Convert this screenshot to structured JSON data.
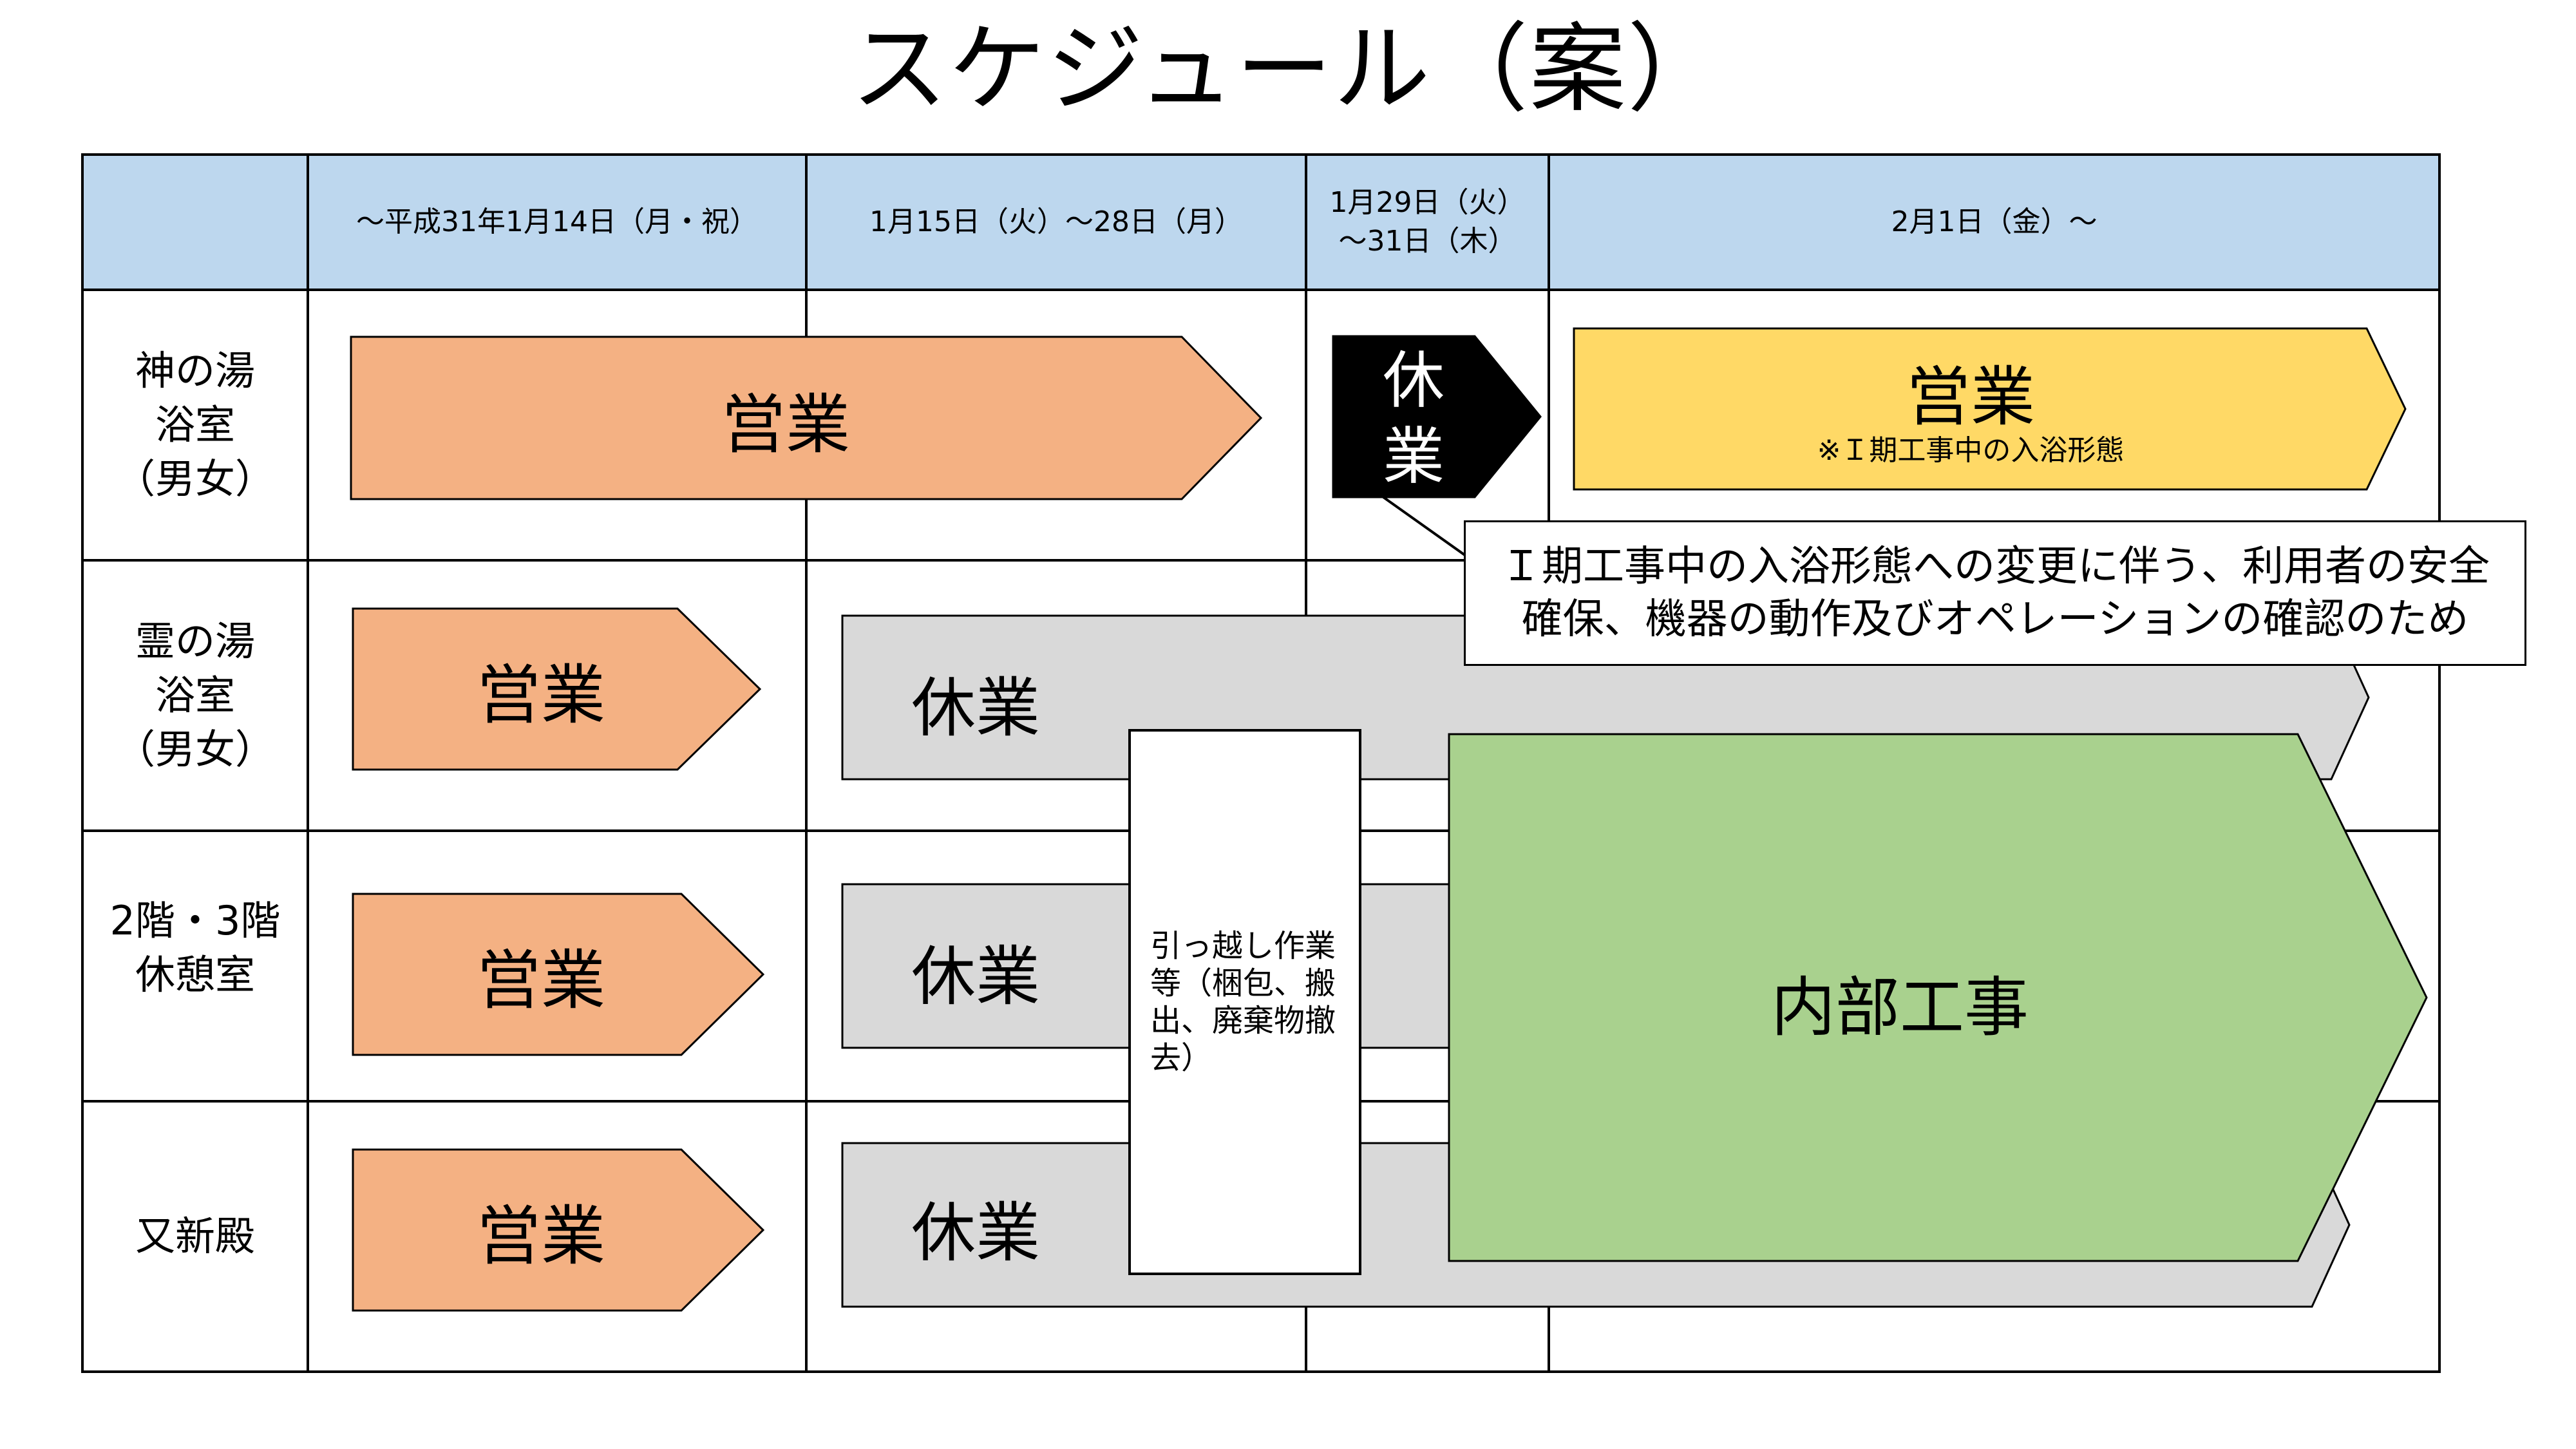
{
  "title": "スケジュール（案）",
  "header": {
    "col1": "～平成31年1月14日（月・祝）",
    "col2": "1月15日（火）～28日（月）",
    "col3_line1": "1月29日（火）",
    "col3_line2": "～31日（木）",
    "col4": "2月1日（金）～"
  },
  "rows": [
    {
      "line1": "神の湯",
      "line2": "浴室",
      "line3": "（男女）"
    },
    {
      "line1": "霊の湯",
      "line2": "浴室",
      "line3": "（男女）"
    },
    {
      "line1": "2階・3階",
      "line2": "休憩室"
    },
    {
      "line1": "又新殿"
    }
  ],
  "labels": {
    "open": "営業",
    "closed": "休業",
    "closed_v1": "休",
    "closed_v2": "業",
    "phase1_note": "※Ｉ期工事中の入浴形態",
    "callout_line1": "Ｉ期工事中の入浴形態への変更に伴う、利用者の安全",
    "callout_line2": "確保、機器の動作及びオペレーションの確認のため",
    "moving_line1": "引っ越し作業",
    "moving_line2": "等（梱包、搬",
    "moving_line3": "出、廃棄物撤",
    "moving_line4": "去）",
    "construction": "内部工事"
  },
  "colors": {
    "header_bg": "#BDD7EE",
    "open_salmon": "#F4B183",
    "open_yellow": "#FFD966",
    "closed_gray": "#D9D9D9",
    "closed_black": "#000000",
    "construction_green": "#A9D18E"
  }
}
